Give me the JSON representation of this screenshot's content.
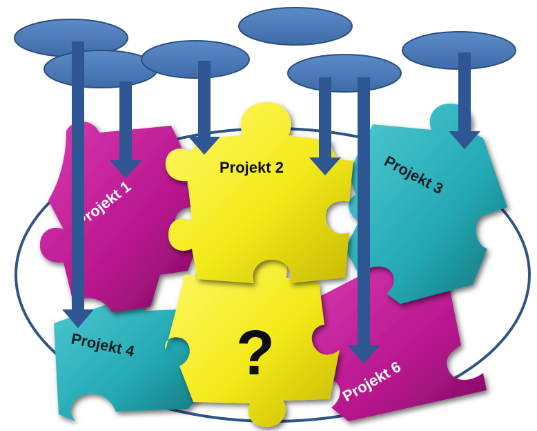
{
  "colors": {
    "background": "#ffffff",
    "ellipse_stroke": "#2e5386",
    "oval_fill": "#4a7ab8",
    "oval_stroke": "#2a4f80",
    "arrow": "#2d5693",
    "magenta": "#b8168e",
    "magenta_dark": "#7e0c61",
    "yellow": "#f3ea1a",
    "yellow_dark": "#b9ad00",
    "teal": "#23a9b4",
    "teal_dark": "#137077"
  },
  "pieces": {
    "p1": {
      "label": "Projekt 1"
    },
    "p2": {
      "label": "Projekt 2"
    },
    "p3": {
      "label": "Projekt 3"
    },
    "p4": {
      "label": "Projekt 4"
    },
    "p5": {
      "label": "?"
    },
    "p6": {
      "label": "Projekt 6"
    }
  }
}
